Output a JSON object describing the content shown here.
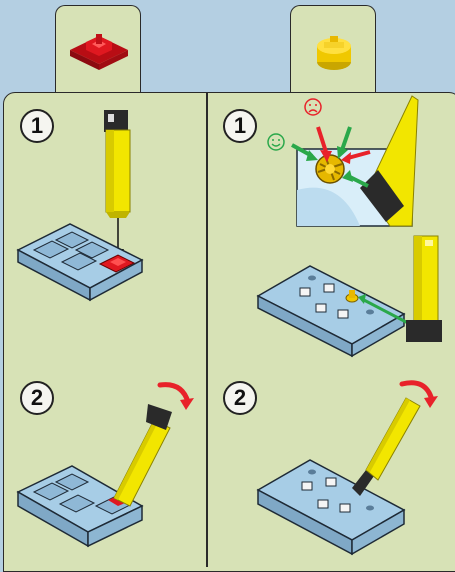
{
  "left_column": {
    "part_icon": "red-square-connector-icon",
    "steps": [
      {
        "number": "1"
      },
      {
        "number": "2"
      }
    ]
  },
  "right_column": {
    "part_icon": "yellow-round-connector-icon",
    "steps": [
      {
        "number": "1"
      },
      {
        "number": "2"
      }
    ]
  },
  "callout": {
    "wrong_icon": "sad-face-icon",
    "right_icon": "happy-face-icon"
  },
  "colors": {
    "panel": "#d7e2b6",
    "background": "#b4cfe2",
    "base_plate": "#a7cde6",
    "red_part": "#e0101a",
    "yellow_part": "#f5d800",
    "rod": "#eee200",
    "arrow_red": "#e8222a",
    "arrow_green": "#2aa84a"
  }
}
